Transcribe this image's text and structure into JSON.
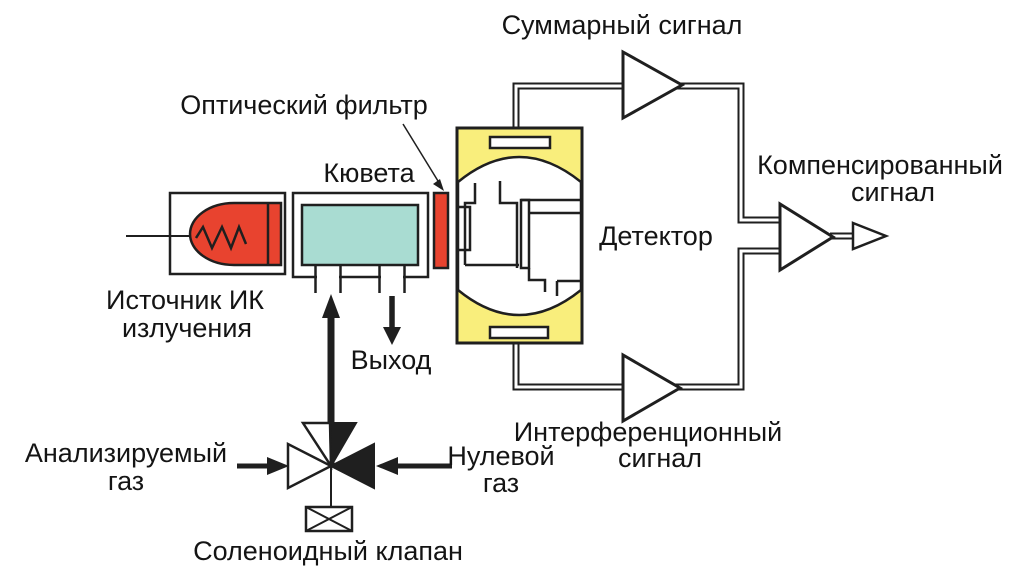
{
  "labels": {
    "sum_signal": "Суммарный сигнал",
    "optical_filter": "Оптический фильтр",
    "cuvette": "Кювета",
    "compensated_signal_line1": "Компенсированный",
    "compensated_signal_line2": "сигнал",
    "detector": "Детектор",
    "ir_source_line1": "Источник ИК",
    "ir_source_line2": "излучения",
    "gas_outlet": "Выход",
    "interference_signal_line1": "Интерференционный",
    "interference_signal_line2": "сигнал",
    "analyzed_gas_line1": "Анализируемый",
    "analyzed_gas_line2": "газ",
    "zero_gas_line1": "Нулевой",
    "zero_gas_line2": "газ",
    "solenoid_valve": "Соленоидный клапан"
  },
  "colors": {
    "red": "#E8432F",
    "teal": "#A9DCD2",
    "yellow": "#F9EE7C",
    "line": "#1F1F1F"
  }
}
